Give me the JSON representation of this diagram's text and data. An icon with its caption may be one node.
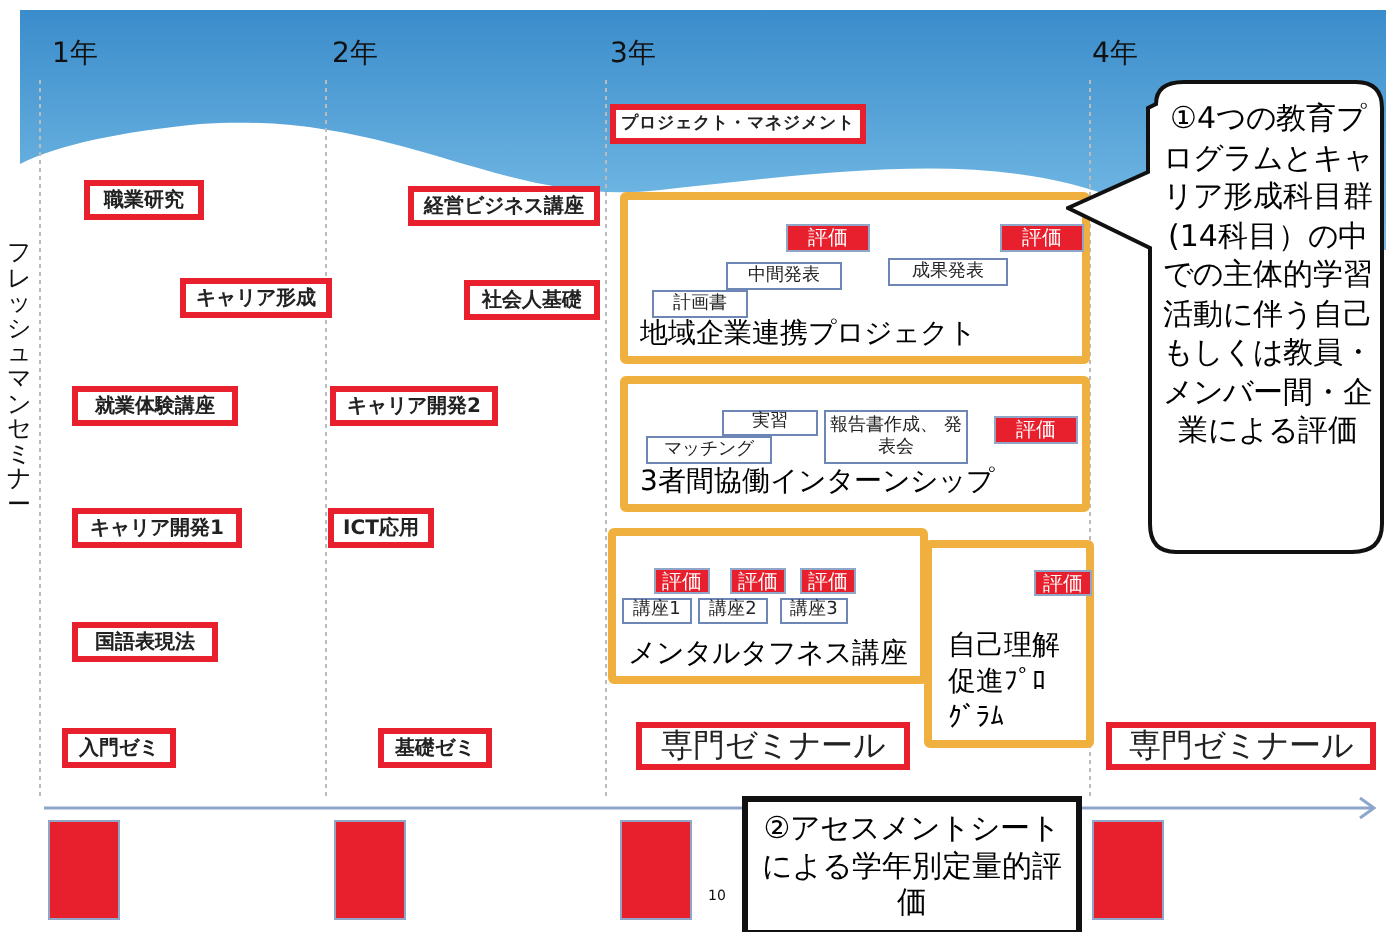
{
  "diagram": {
    "nodes": [
      {
        "text": [
          "プロジェクト・マネジメント"
        ]
      },
      {
        "text": [
          "職業研究"
        ]
      },
      {
        "text": [
          "経営ビジネス講座"
        ]
      },
      {
        "text": [
          "キャリア形成"
        ]
      },
      {
        "text": [
          "社会人基礎"
        ]
      },
      {
        "text": [
          "就業体験講座"
        ]
      },
      {
        "text": [
          "キャリア開発2"
        ]
      },
      {
        "text": [
          "キャリア開発1"
        ]
      },
      {
        "text": [
          "ICT応用"
        ]
      },
      {
        "text": [
          "国語表現法"
        ]
      },
      {
        "text": [
          "入門ゼミ"
        ]
      },
      {
        "text": [
          "基礎ゼミ"
        ]
      },
      {
        "text": [
          "地域企業連携プロジェクト"
        ]
      },
      {
        "text": [
          "評価"
        ],
        "in": 12
      },
      {
        "text": [
          "評価"
        ],
        "in": 12
      },
      {
        "text": [
          "中間発表"
        ],
        "in": 12
      },
      {
        "text": [
          "成果発表"
        ],
        "in": 12
      },
      {
        "text": [
          "計画書"
        ],
        "in": 12
      },
      {
        "text": [
          "3者間協働インターンシップ"
        ]
      },
      {
        "text": [
          "実習"
        ],
        "in": 18
      },
      {
        "text": [
          "報告書作成、 発表会"
        ],
        "in": 18
      },
      {
        "text": [
          "評価"
        ],
        "in": 18
      },
      {
        "text": [
          "マッチング"
        ],
        "in": 18
      },
      {
        "text": [
          "メンタルタフネス講座"
        ]
      },
      {
        "text": [
          "評価"
        ],
        "in": 23
      },
      {
        "text": [
          "評価"
        ],
        "in": 23
      },
      {
        "text": [
          "評価"
        ],
        "in": 23
      },
      {
        "text": [
          "講座1"
        ],
        "in": 23
      },
      {
        "text": [
          "講座2"
        ],
        "in": 23
      },
      {
        "text": [
          "講座3"
        ],
        "in": 23
      },
      {
        "text": [
          "自己理解促進ﾌﾟﾛｸﾞﾗﾑ"
        ]
      },
      {
        "text": [
          "評価"
        ],
        "in": 30
      },
      {
        "text": [
          "専門ゼミナール"
        ]
      },
      {
        "text": [
          "専門ゼミナール"
        ]
      },
      {
        "text": [
          "①4つの教育プログラムとキャリア形成科目群(14科目）の中での主体的学習活動に伴う自己もしくは教員・メンバー間・企業による評価"
        ]
      },
      {
        "text": [
          "②アセスメントシートによる学年別定量的評価"
        ]
      },
      {
        "text": [],
        "shape": "box"
      },
      {
        "text": [],
        "shape": "box"
      },
      {
        "text": [],
        "shape": "box"
      },
      {
        "text": [],
        "shape": "box"
      }
    ],
    "labels": [
      "1年",
      "2年",
      "3年",
      "4年",
      "フレッシュマンセミナー",
      "10"
    ]
  }
}
